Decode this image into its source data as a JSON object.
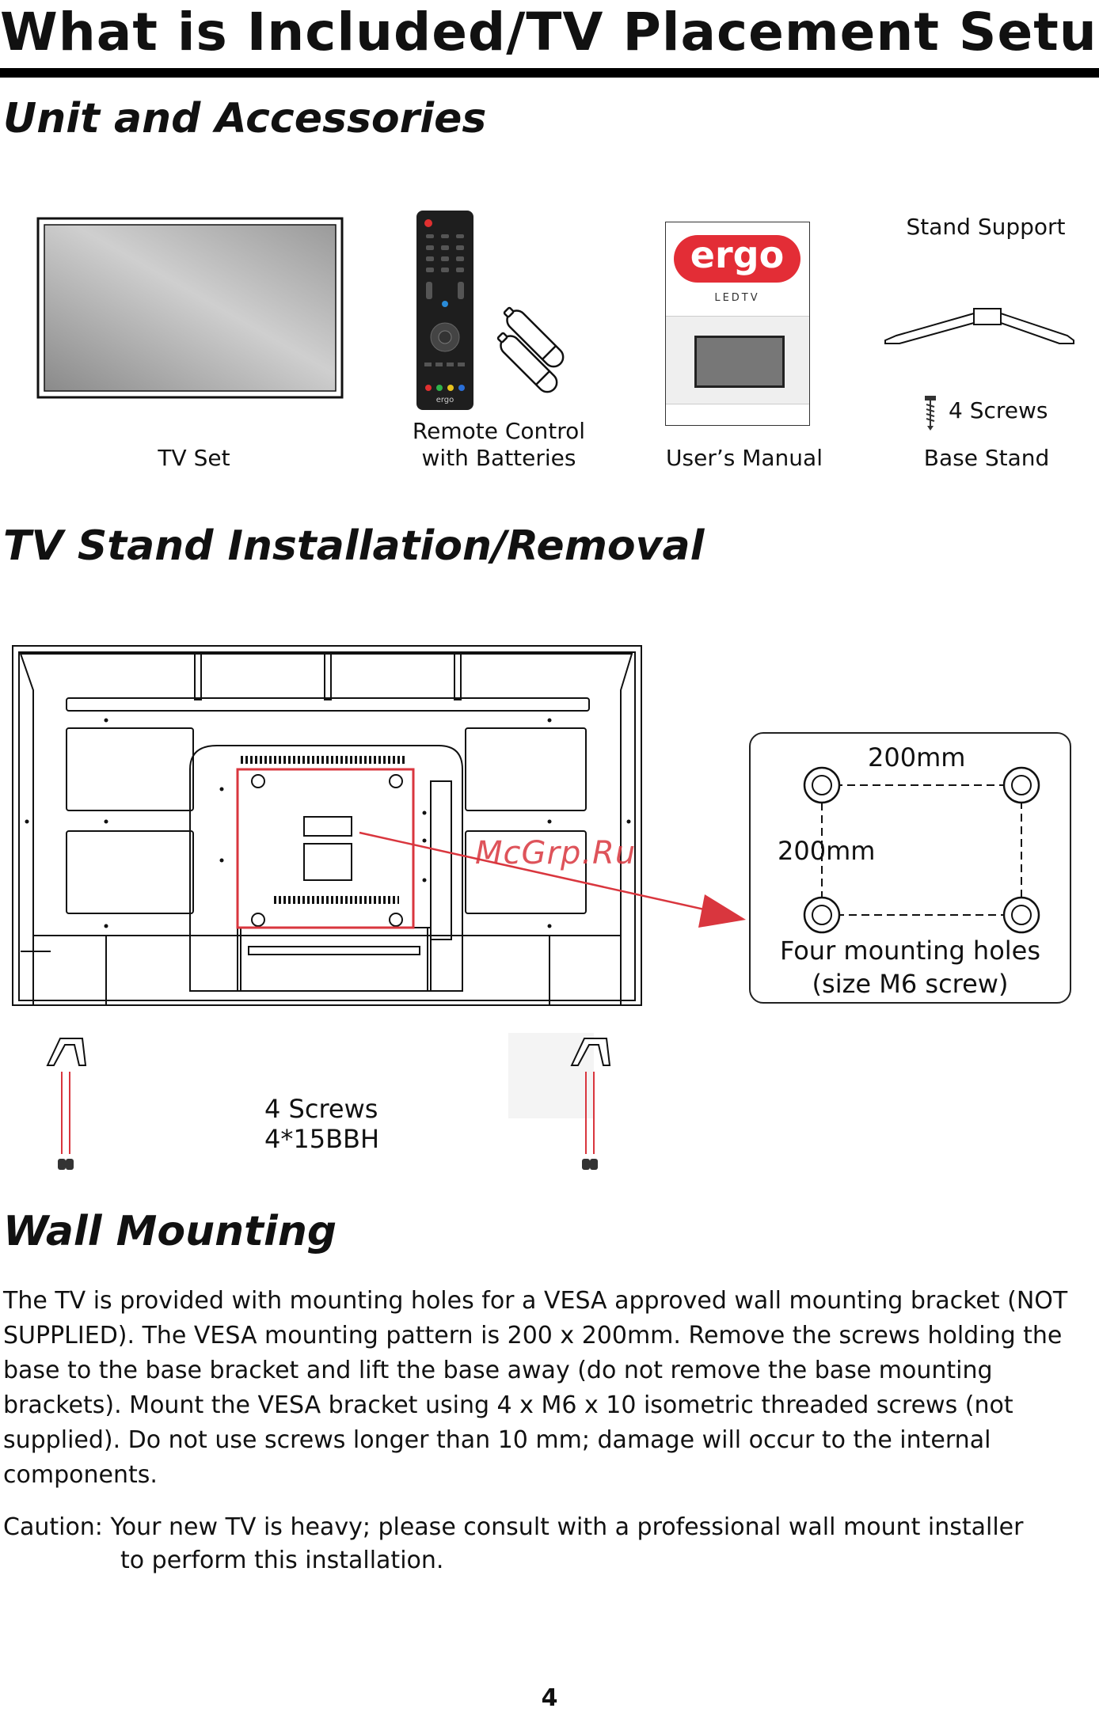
{
  "page_title": "What is Included/TV Placement Setup",
  "sections": {
    "unit": "Unit and Accessories",
    "stand": "TV Stand Installation/Removal",
    "wall": "Wall Mounting"
  },
  "accessories": {
    "tv_set": "TV Set",
    "remote_line1": "Remote Control",
    "remote_line2": "with Batteries",
    "manual": "User’s Manual",
    "stand_support": "Stand Support",
    "four_screws": "4 Screws",
    "base_stand": "Base Stand",
    "remote_brand": "ergo",
    "manual_brand": "ergo",
    "manual_product": "LEDTV"
  },
  "stand_install": {
    "screws_line1": "4  Screws",
    "screws_line2": "4*15BBH",
    "watermark": "McGrp.Ru"
  },
  "vesa": {
    "horizontal": "200mm",
    "vertical": "200mm",
    "caption_line1": "Four mounting holes",
    "caption_line2": "(size M6 screw)"
  },
  "wall_mounting": {
    "paragraph": "The TV is provided with mounting holes for a VESA approved wall mounting bracket (NOT SUPPLIED). The VESA mounting pattern is 200 x 200mm.  Remove the screws holding the base to the base bracket and lift the base away (do not remove the base mounting brackets). Mount the VESA bracket using 4 x M6 x 10 isometric threaded screws (not supplied). Do not use screws longer than 10 mm; damage will occur to the internal components.",
    "caution_line1": "Caution: Your new TV is heavy; please consult with a professional wall mount installer",
    "caution_line2": "to perform this installation."
  },
  "page_number": "4",
  "colors": {
    "accent_red": "#d9363e",
    "text": "#111111"
  }
}
